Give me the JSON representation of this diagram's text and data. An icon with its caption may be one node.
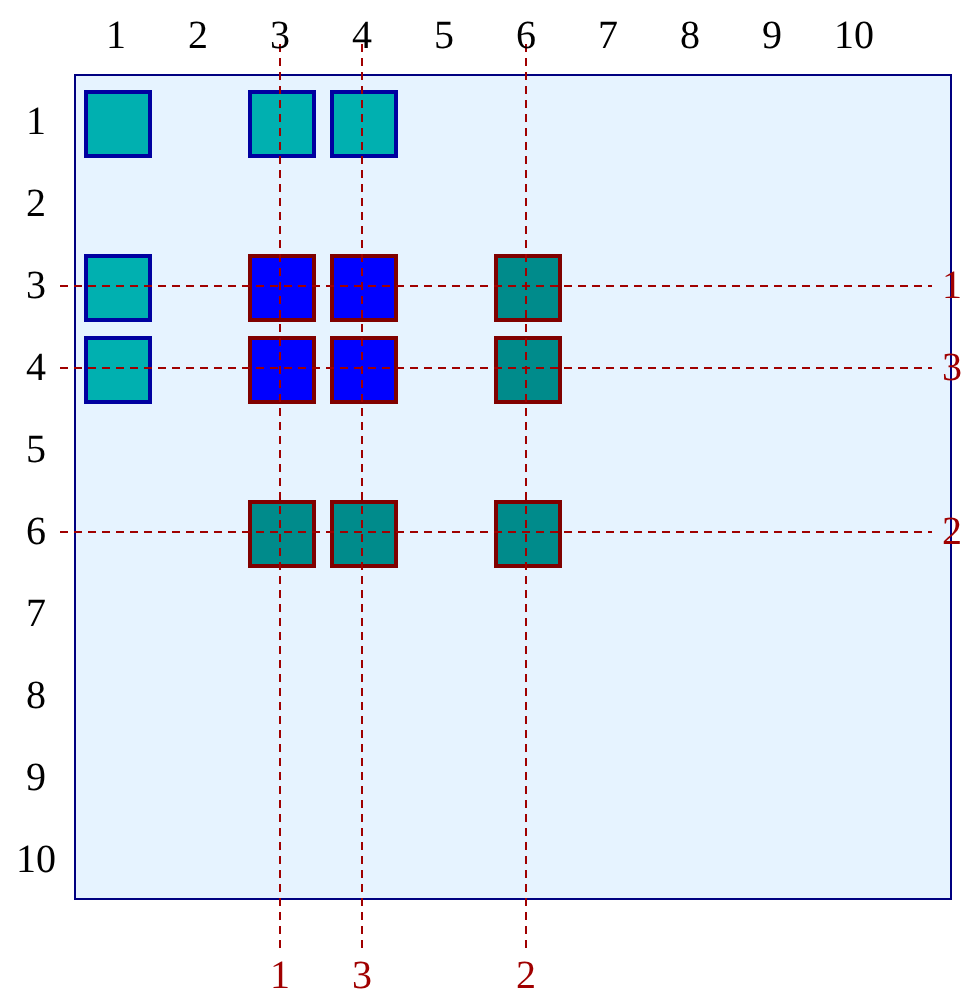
{
  "diagram": {
    "nodes": [
      {
        "text": [],
        "shape": "box"
      },
      {
        "text": [],
        "shape": "box",
        "in": 0
      },
      {
        "text": [],
        "shape": "box",
        "in": 0
      },
      {
        "text": [],
        "shape": "box",
        "in": 0
      },
      {
        "text": [],
        "shape": "box",
        "in": 0
      },
      {
        "text": [],
        "shape": "box",
        "in": 0
      },
      {
        "text": [],
        "shape": "box",
        "in": 0
      },
      {
        "text": [],
        "shape": "box",
        "in": 0
      },
      {
        "text": [],
        "shape": "box",
        "in": 0
      },
      {
        "text": [],
        "shape": "box",
        "in": 0
      },
      {
        "text": [],
        "shape": "box",
        "in": 0
      },
      {
        "text": [],
        "shape": "box",
        "in": 0
      },
      {
        "text": [],
        "shape": "box",
        "in": 0
      },
      {
        "text": [],
        "shape": "box",
        "in": 0
      },
      {
        "text": [],
        "shape": "box",
        "in": 0
      }
    ],
    "edges": [],
    "labels": [
      "1",
      "2",
      "3",
      "4",
      "5",
      "6",
      "7",
      "8",
      "9",
      "10",
      "1",
      "2",
      "3",
      "4",
      "5",
      "6",
      "7",
      "8",
      "9",
      "10",
      "1",
      "3",
      "2",
      "1",
      "3",
      "2"
    ]
  }
}
